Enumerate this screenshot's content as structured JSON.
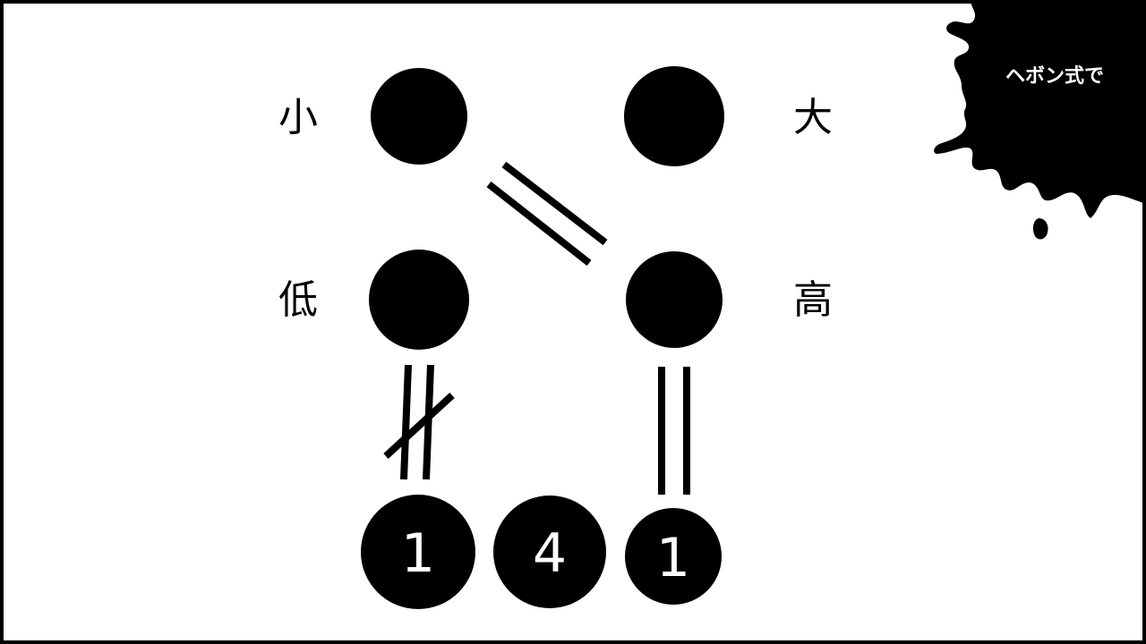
{
  "labels": {
    "small": "小",
    "large": "大",
    "low": "低",
    "high": "高"
  },
  "numbers": {
    "left": "1",
    "middle": "4",
    "right": "1"
  },
  "splat": {
    "text": "ヘボン式で"
  },
  "colors": {
    "ink": "#000000",
    "paper": "#ffffff"
  }
}
